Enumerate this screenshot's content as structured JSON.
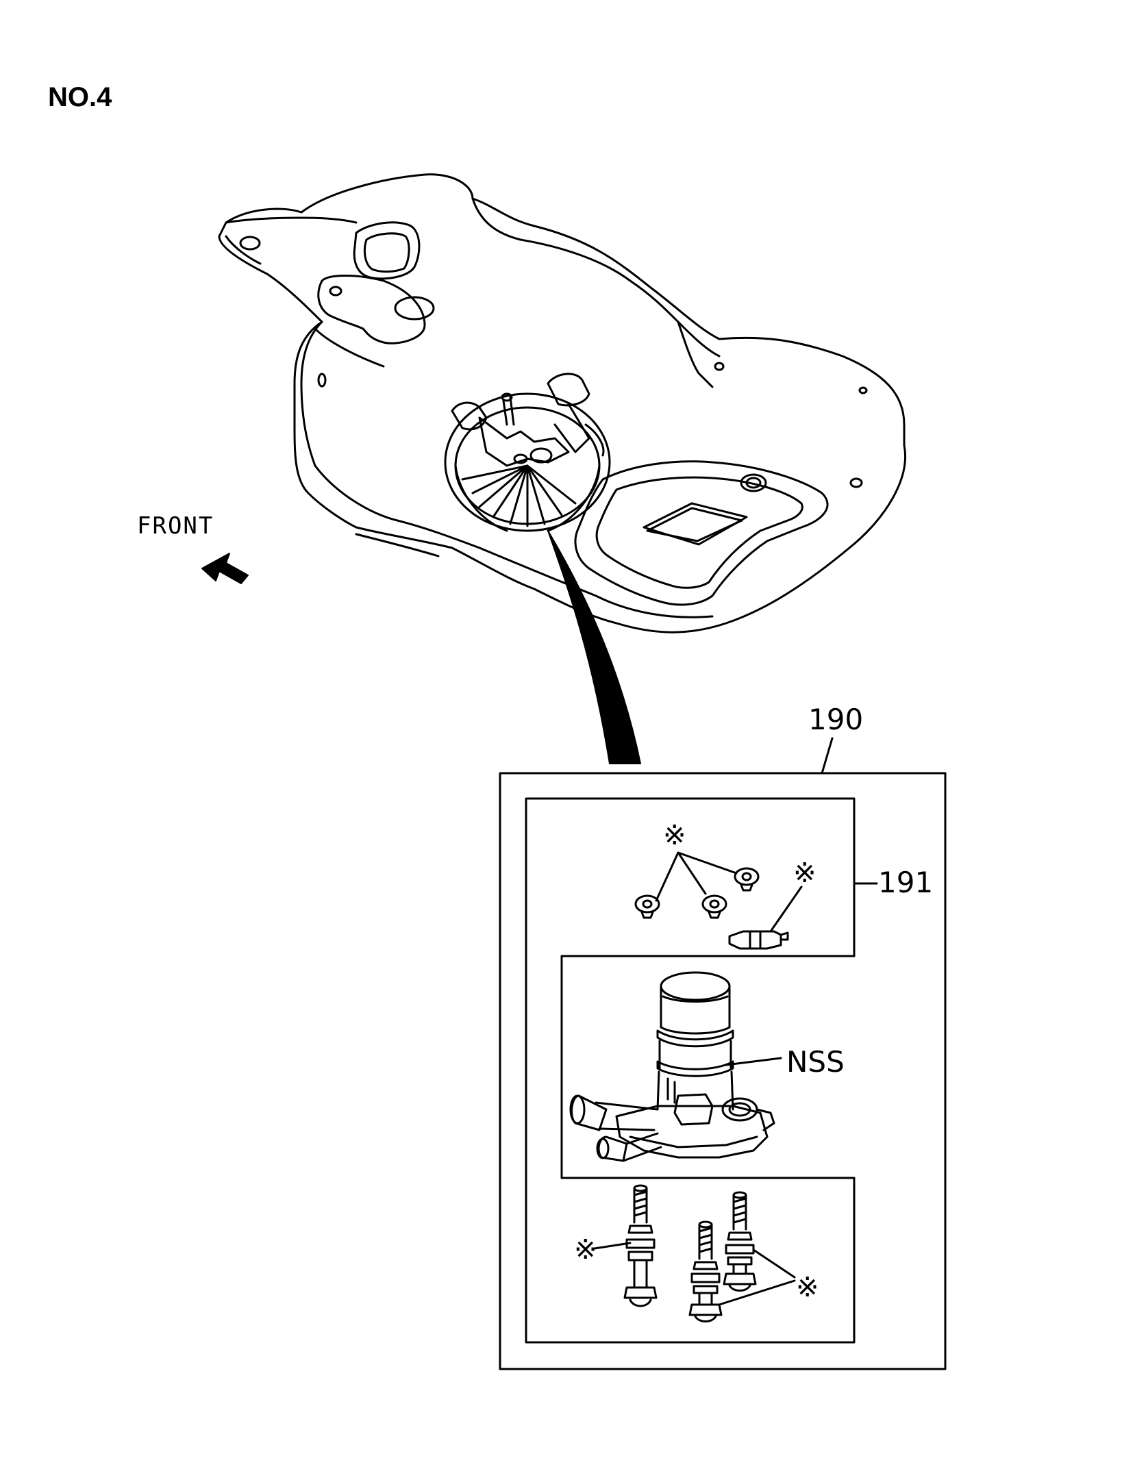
{
  "page_label": "NO.4",
  "direction": {
    "label": "FRONT",
    "arrow_icon": "arrow-up-left-icon"
  },
  "callouts": {
    "assembly": "190",
    "kit": "191",
    "pump": "NSS"
  },
  "note_symbol": "※",
  "colors": {
    "line": "#000000",
    "background": "#ffffff"
  }
}
